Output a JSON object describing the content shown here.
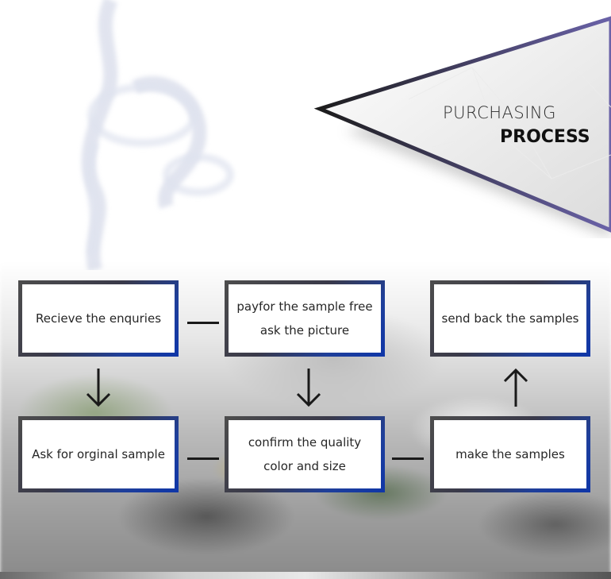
{
  "banner": {
    "title_line1": "PURCHASING",
    "title_line2": "PROCESS"
  },
  "steps": [
    {
      "label": "Recieve the enquries"
    },
    {
      "label": "payfor the sample free\nask the picture"
    },
    {
      "label": "send back the samples"
    },
    {
      "label": "Ask for orginal sample"
    },
    {
      "label": "confirm the quality\ncolor and size"
    },
    {
      "label": "make the samples"
    }
  ],
  "colors": {
    "frame_dark": "#4d4d4d",
    "frame_blue": "#0f36a8",
    "banner_border": "#6a62a8"
  }
}
